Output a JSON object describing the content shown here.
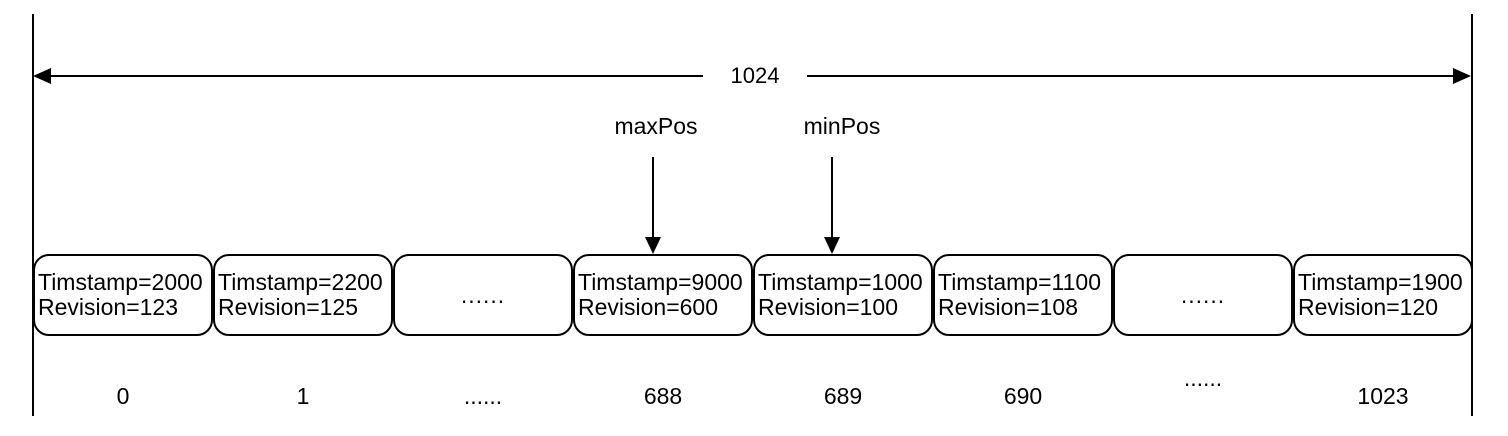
{
  "diagram": {
    "capacity_label": "1024",
    "pointers": [
      {
        "label": "maxPos",
        "target_index": "688"
      },
      {
        "label": "minPos",
        "target_index": "689"
      }
    ],
    "cells": [
      {
        "type": "data",
        "line1": "Timstamp=2000",
        "line2": "Revision=123",
        "index": "0"
      },
      {
        "type": "data",
        "line1": "Timstamp=2200",
        "line2": "Revision=125",
        "index": "1"
      },
      {
        "type": "ellipsis",
        "ellipsis": "......",
        "index": "......"
      },
      {
        "type": "data",
        "line1": "Timstamp=9000",
        "line2": "Revision=600",
        "index": "688"
      },
      {
        "type": "data",
        "line1": "Timstamp=1000",
        "line2": "Revision=100",
        "index": "689"
      },
      {
        "type": "data",
        "line1": "Timstamp=1100",
        "line2": "Revision=108",
        "index": "690"
      },
      {
        "type": "ellipsis",
        "ellipsis": "......",
        "index": "......"
      },
      {
        "type": "data",
        "line1": "Timstamp=1900",
        "line2": "Revision=120",
        "index": "1023"
      }
    ],
    "colors": {
      "line": "#000000",
      "background": "#ffffff"
    }
  }
}
